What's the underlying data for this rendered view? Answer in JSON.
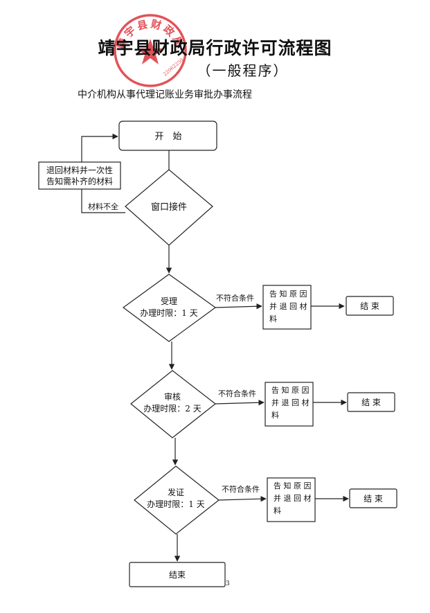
{
  "header": {
    "title": "靖宇县财政局行政许可流程图",
    "subtitle": "（一般程序）",
    "process_name": "中介机构从事代理记账业务审批办事流程"
  },
  "seal": {
    "text_top": "靖宇县财政局",
    "serial": "22062250",
    "color": "#d9222a"
  },
  "flow": {
    "start": "开　始",
    "return_box": [
      "退回材料并一次性",
      "告知需补齐的材料"
    ],
    "incomplete_label": "材料不全",
    "window_receive": "窗口接件",
    "accept": {
      "name": "受理",
      "time": "办理时限：1 天"
    },
    "review": {
      "name": "审核",
      "time": "办理时限：2 天"
    },
    "issue": {
      "name": "发证",
      "time": "办理时限：1 天"
    },
    "not_meet": "不符合条件",
    "notify_box": [
      "告 知 原 因",
      "并 退 回 材",
      "料"
    ],
    "end_spaced": "结 束",
    "final_end": "结束"
  },
  "page_number": "3",
  "colors": {
    "line": "#222222",
    "seal": "#d9222a"
  }
}
